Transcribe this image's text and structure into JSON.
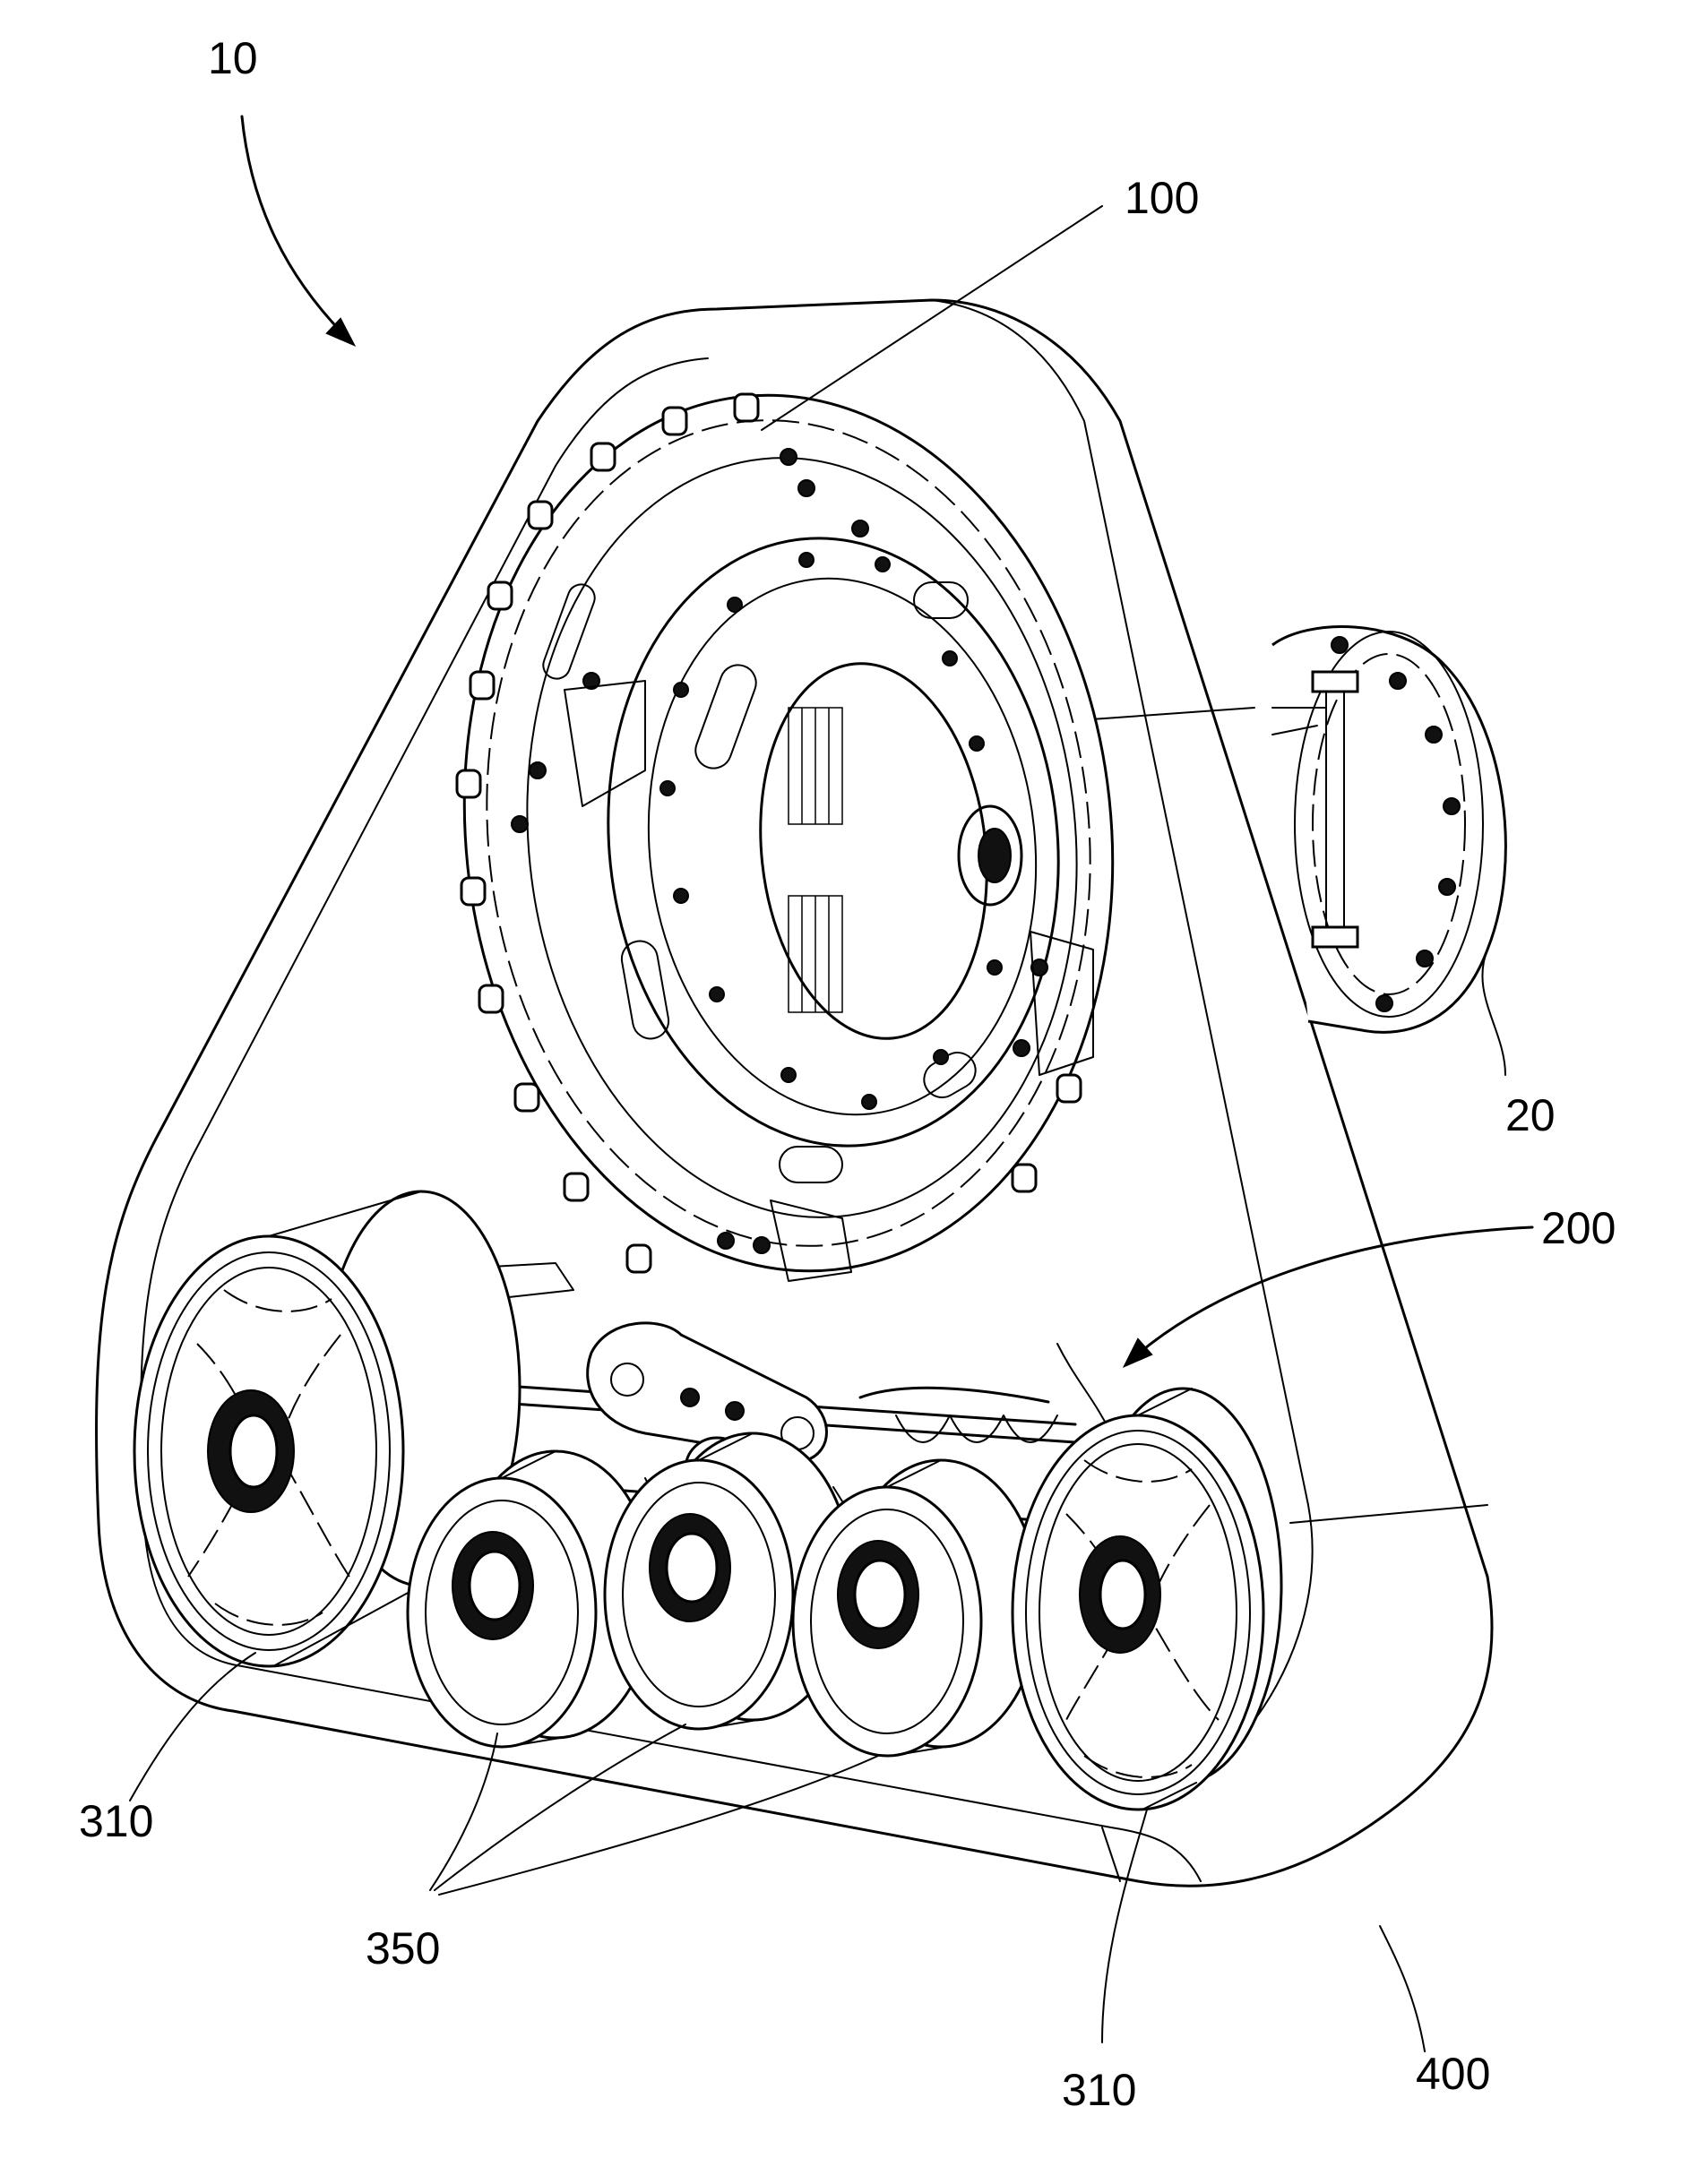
{
  "figure": {
    "labels": {
      "assembly": "10",
      "drive_wheel": "100",
      "motor": "20",
      "frame": "200",
      "idler_wheel_front": "310",
      "idler_wheel_rear": "310",
      "road_wheels": "350",
      "track": "400"
    }
  }
}
